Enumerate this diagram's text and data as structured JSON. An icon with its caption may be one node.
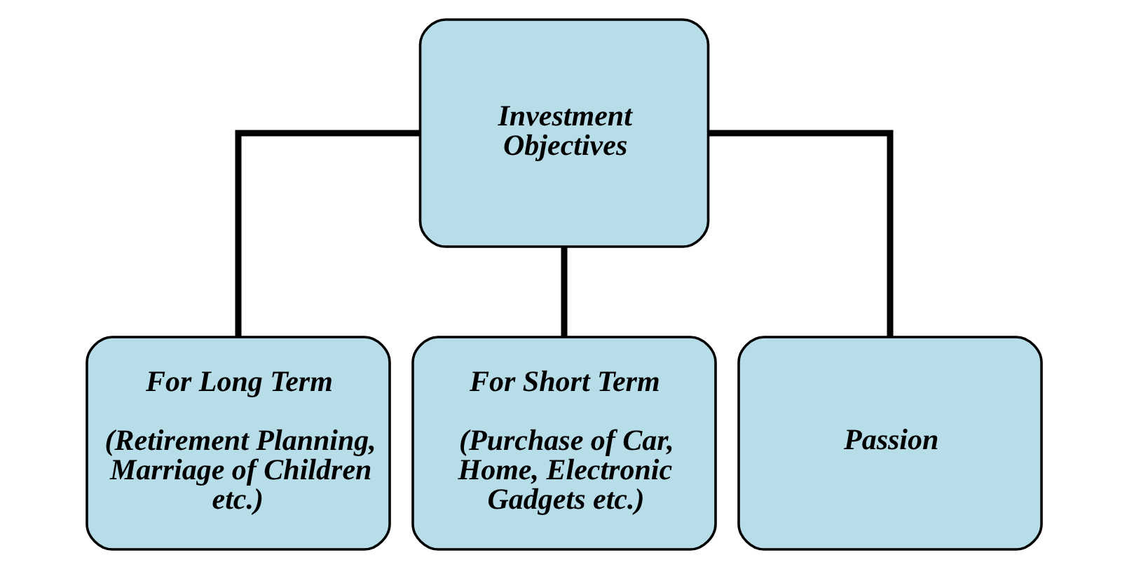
{
  "diagram": {
    "nodes": [
      {
        "text": [
          "Investment Objectives"
        ]
      },
      {
        "text": [
          "For Long Term",
          "(Retirement Planning, Marriage of Children etc.)"
        ]
      },
      {
        "text": [
          "For Short Term",
          "(Purchase of Car, Home, Electronic Gadgets etc.)"
        ]
      },
      {
        "text": [
          "Passion"
        ]
      }
    ],
    "edges": [
      {
        "from": 0,
        "to": 1,
        "arrow": "none"
      },
      {
        "from": 0,
        "to": 2,
        "arrow": "none"
      },
      {
        "from": 0,
        "to": 3,
        "arrow": "none"
      }
    ]
  }
}
